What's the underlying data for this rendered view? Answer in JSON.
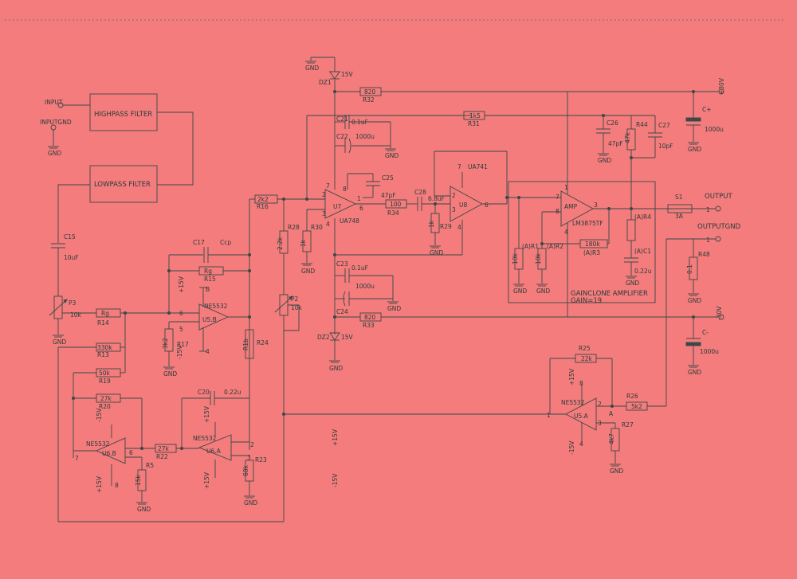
{
  "blocks": {
    "highpass": "HIGHPASS FILTER",
    "lowpass": "LOWPASS FILTER",
    "gainclone": "GAINCLONE AMPLIFIER",
    "gain": "GAIN=19"
  },
  "ports": {
    "input": "INPUT",
    "inputgnd": "INPUTGND",
    "output": "OUTPUT",
    "outputgnd": "OUTPUTGND"
  },
  "supplies": {
    "gnd": "GND",
    "v15": "15V",
    "pos15": "+15V",
    "neg15": "-15V",
    "pos30": "+30V",
    "neg30": "-30V"
  },
  "parts": {
    "r32": {
      "name": "R32",
      "value": "820"
    },
    "r31": {
      "name": "R31",
      "value": "1k5"
    },
    "r33": {
      "name": "R33",
      "value": "820"
    },
    "r34": {
      "name": "R34",
      "value": "100"
    },
    "r16": {
      "name": "R16",
      "value": "2k2"
    },
    "r14": {
      "name": "R14",
      "value": "Rg"
    },
    "r15": {
      "name": "R15",
      "value": "Rg"
    },
    "r13": {
      "name": "R13",
      "value": "330k"
    },
    "r19": {
      "name": "R19",
      "value": "50k"
    },
    "r20": {
      "name": "R20",
      "value": "27k"
    },
    "r22": {
      "name": "R22",
      "value": "27k"
    },
    "r17": {
      "name": "R17",
      "value": "3k2"
    },
    "r24": {
      "name": "R24",
      "value": "R1b"
    },
    "r28": {
      "name": "R28",
      "value": "2.2k"
    },
    "r30": {
      "name": "R30",
      "value": "1k"
    },
    "r29": {
      "name": "R29",
      "value": "1k"
    },
    "r5": {
      "name": "R5",
      "value": "15k"
    },
    "r23": {
      "name": "R23",
      "value": "68k"
    },
    "r44": {
      "name": "R44",
      "value": "47k"
    },
    "r4": {
      "name": "(A)R4",
      "value": ""
    },
    "r2": {
      "name": "(A)R2",
      "value": "10k"
    },
    "r1": {
      "name": "(A)R1",
      "value": "10k"
    },
    "r3": {
      "name": "(A)R3",
      "value": "180k"
    },
    "r48": {
      "name": "R48",
      "value": "0.1"
    },
    "r25": {
      "name": "R25",
      "value": "22k"
    },
    "r26": {
      "name": "R26",
      "value": "5k2"
    },
    "r27": {
      "name": "R27",
      "value": "4k7"
    },
    "c21": {
      "name": "C21",
      "value": "0.1uF"
    },
    "c22": {
      "name": "C22",
      "value": "1000u"
    },
    "c23": {
      "name": "C23",
      "value": "0.1uF"
    },
    "c24": {
      "name": "C24",
      "value": "1000u"
    },
    "c25": {
      "name": "C25",
      "value": "47pF"
    },
    "c28": {
      "name": "C28",
      "value": "6.8uF"
    },
    "c26": {
      "name": "C26",
      "value": "47pF"
    },
    "c27": {
      "name": "C27",
      "value": "10pF"
    },
    "cplus": {
      "name": "C+",
      "value": "1000u"
    },
    "cminus": {
      "name": "C-",
      "value": "1000u"
    },
    "c15": {
      "name": "C15",
      "value": "10uF"
    },
    "c17": {
      "name": "C17",
      "value": "Ccp"
    },
    "c20": {
      "name": "C20",
      "value": "0.22u"
    },
    "c1": {
      "name": "(A)C1",
      "value": "0.22u"
    },
    "p3": {
      "name": "P3",
      "value": "10k"
    },
    "p2": {
      "name": "P2",
      "value": "10k"
    },
    "s1": {
      "name": "S1",
      "value": "3A"
    },
    "dz1": {
      "name": "DZ1",
      "value": "15V"
    },
    "dz2": {
      "name": "DZ2",
      "value": "15V"
    }
  },
  "ics": {
    "u7": {
      "name": "U7",
      "type": "UA748"
    },
    "u8": {
      "name": "U8",
      "type": "UA741"
    },
    "amp": {
      "name": "AMP",
      "type": "LM3875TF"
    },
    "u5b": {
      "name": "U5.B",
      "type": "NE5532"
    },
    "u6b": {
      "name": "U6.B",
      "type": "NE5532"
    },
    "u6a": {
      "name": "U6.A",
      "type": "NE5532"
    },
    "u5a": {
      "name": "U5.A",
      "type": "NE5532"
    }
  },
  "pins": {
    "p1": "1",
    "p2": "2",
    "p3": "3",
    "p4": "4",
    "p5": "5",
    "p6": "6",
    "p7": "7",
    "p8": "8",
    "b": "B",
    "a": "A"
  }
}
